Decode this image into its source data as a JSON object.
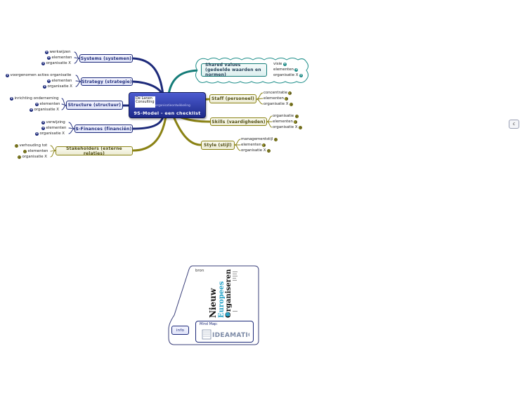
{
  "central": {
    "logo_line1": "De Lanen",
    "logo_line2": "Consulting",
    "logo_sub": "organisatieontwikkeling",
    "title": "9S-Model - een checklist"
  },
  "left_branches": [
    {
      "label": "Systems (systemen)",
      "leaves": [
        "werkwijzen",
        "elementen",
        "organisatie X"
      ]
    },
    {
      "label": "Strategy (strategie)",
      "leaves": [
        "voorgenomen acties organisatie",
        "elementen",
        "organisatie X"
      ]
    },
    {
      "label": "Structure (structuur)",
      "leaves": [
        "inrichting onderneming",
        "elementen",
        "organisatie X"
      ]
    },
    {
      "label": "$-Finances (financiën)",
      "leaves": [
        "verwijzing",
        "elementen",
        "organisatie X"
      ]
    },
    {
      "label": "Stakeholders (externe relaties)",
      "leaves": [
        "verhouding tot",
        "elementen",
        "organisatie X"
      ]
    }
  ],
  "right_branches": [
    {
      "label": "Shared values (gedeelde waarden en normen)",
      "leaves": [
        "visie",
        "elementen",
        "organisatie X"
      ]
    },
    {
      "label": "Staff (personeel)",
      "leaves": [
        "concentratie",
        "elementen",
        "organisatie X"
      ]
    },
    {
      "label": "Skills (vaardigheden)",
      "leaves": [
        "organisatie",
        "elementen",
        "organisatie X"
      ]
    },
    {
      "label": "Style (stijl)",
      "leaves": [
        "managementstijl",
        "elementen",
        "organisatie X"
      ]
    }
  ],
  "colors": {
    "navy": "#1d2a7a",
    "olive": "#8a8214",
    "teal": "#157c78"
  },
  "side_button": "c",
  "info": {
    "label": "info",
    "bron_label": "bron:",
    "book_title": [
      "Nieuw",
      "Europees",
      "Organiseren"
    ],
    "mindmap_label": "Mind Map:",
    "mindmap_logo": "IDEAMATICS"
  }
}
